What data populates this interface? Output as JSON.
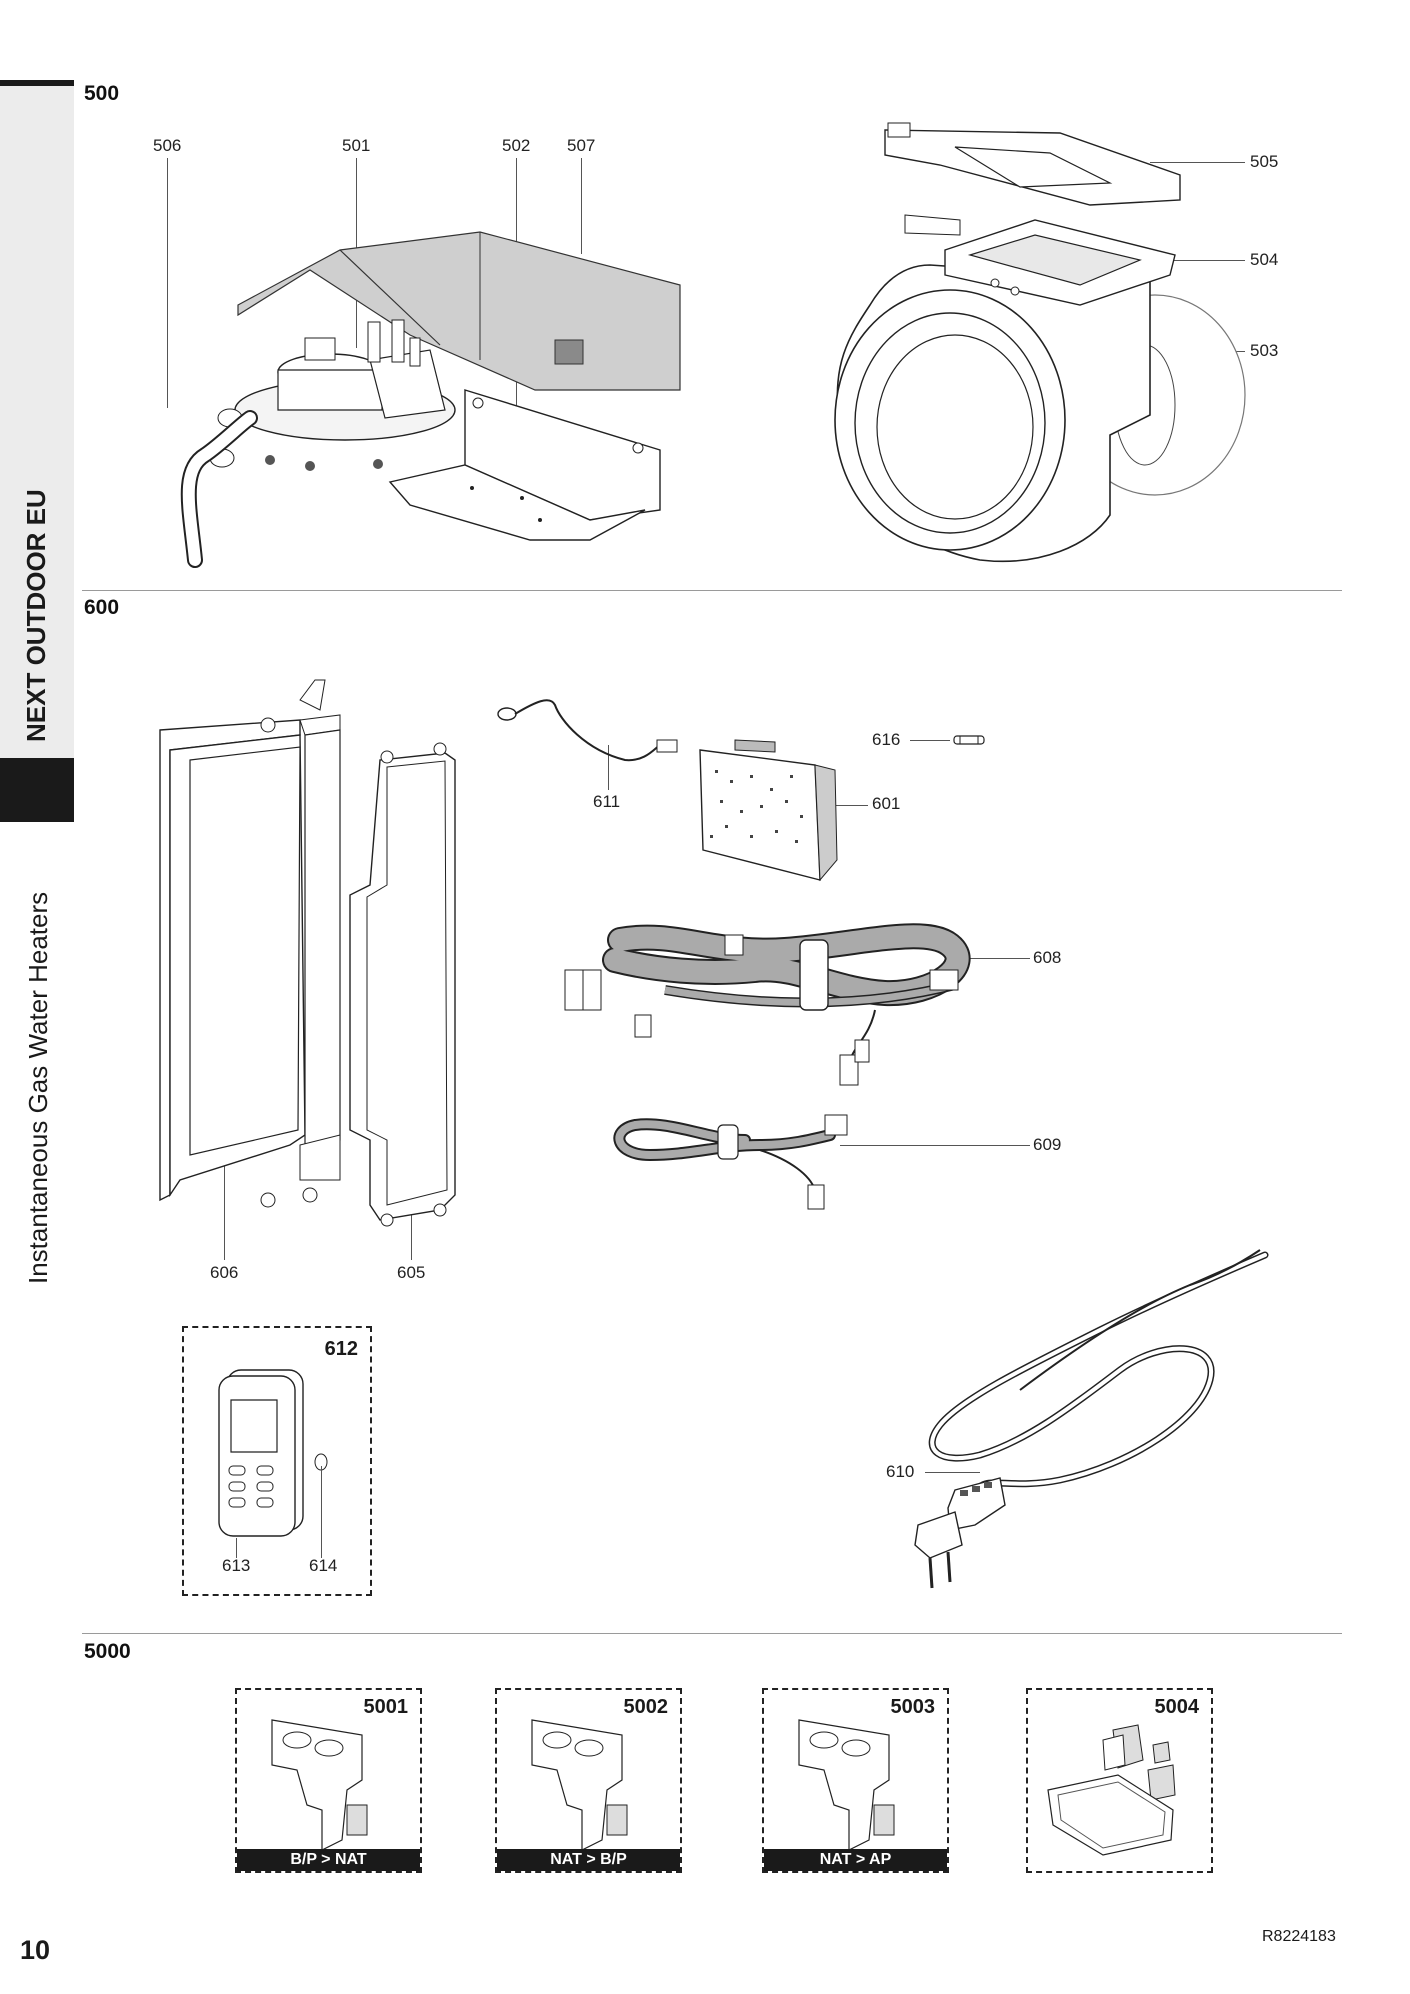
{
  "sidebar": {
    "brand": "NEXT OUTDOOR EU",
    "category": "Instantaneous Gas Water Heaters"
  },
  "sections": {
    "s500": "500",
    "s600": "600",
    "s5000": "5000"
  },
  "parts": {
    "p501": "501",
    "p502": "502",
    "p503": "503",
    "p504": "504",
    "p505": "505",
    "p506": "506",
    "p507": "507",
    "p601": "601",
    "p605": "605",
    "p606": "606",
    "p608": "608",
    "p609": "609",
    "p610": "610",
    "p611": "611",
    "p612": "612",
    "p613": "613",
    "p614": "614",
    "p616": "616"
  },
  "kits": [
    {
      "number": "5001",
      "label": "B/P > NAT"
    },
    {
      "number": "5002",
      "label": "NAT > B/P"
    },
    {
      "number": "5003",
      "label": "NAT > AP"
    },
    {
      "number": "5004",
      "label": ""
    }
  ],
  "footer": {
    "page_number": "10",
    "doc_code": "R8224183"
  }
}
